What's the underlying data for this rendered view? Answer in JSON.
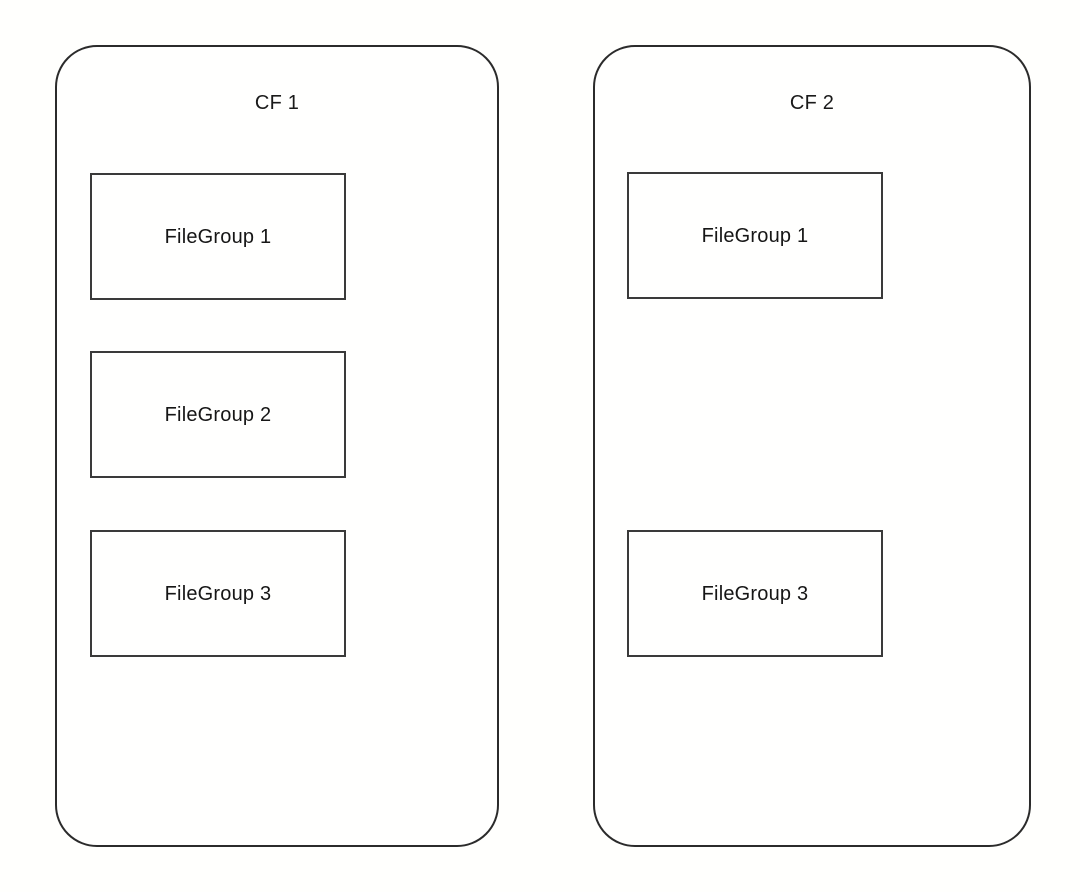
{
  "diagram": {
    "background_color": "#fffffd",
    "outline_color": "#2b2b2b",
    "box_outline_color": "#3a3a3a",
    "text_color": "#161616",
    "containers": [
      {
        "id": "cf-1",
        "title": "CF 1",
        "slots": [
          {
            "id": "cf1-fg1",
            "label": "FileGroup 1",
            "empty": false
          },
          {
            "id": "cf1-fg2",
            "label": "FileGroup 2",
            "empty": false
          },
          {
            "id": "cf1-fg3",
            "label": "FileGroup 3",
            "empty": false
          }
        ]
      },
      {
        "id": "cf-2",
        "title": "CF 2",
        "slots": [
          {
            "id": "cf2-fg1",
            "label": "FileGroup 1",
            "empty": false
          },
          {
            "id": "cf2-slot2",
            "label": "",
            "empty": true
          },
          {
            "id": "cf2-fg3",
            "label": "FileGroup 3",
            "empty": false
          }
        ]
      }
    ]
  }
}
